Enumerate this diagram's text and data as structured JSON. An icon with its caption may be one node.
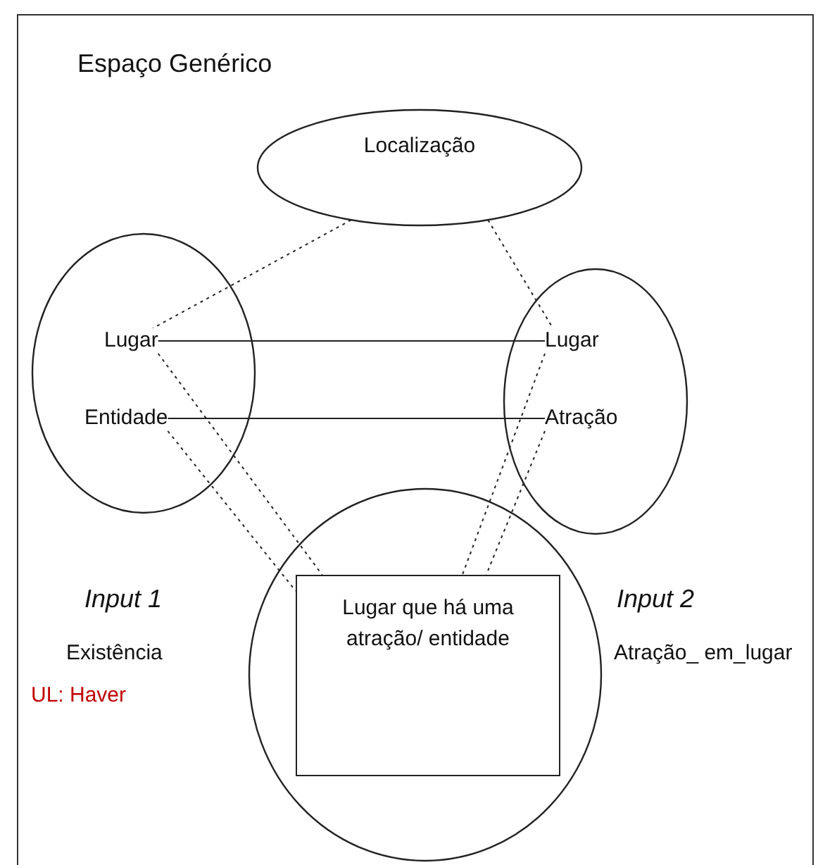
{
  "diagram": {
    "title": "Espaço Genérico",
    "nodes": [
      {
        "text": [
          "Localização"
        ]
      },
      {
        "text": [],
        "shape": "circle",
        "beside": [
          "Input 1",
          "Existência",
          "UL: Haver"
        ]
      },
      {
        "text": [
          "Lugar"
        ],
        "in": 1
      },
      {
        "text": [
          "Entidade"
        ],
        "in": 1
      },
      {
        "text": [],
        "shape": "circle",
        "beside": [
          "Input 2",
          "Atração_ em_lugar"
        ]
      },
      {
        "text": [
          "Lugar"
        ],
        "in": 4
      },
      {
        "text": [
          "Atração"
        ],
        "in": 4
      },
      {
        "text": [],
        "shape": "circle"
      },
      {
        "text": [
          "Lugar que há uma atração/ entidade"
        ],
        "in": 7
      }
    ],
    "edges": [
      {
        "from": 0,
        "to": 2,
        "arrow": "none",
        "style": "dashed"
      },
      {
        "from": 0,
        "to": 5,
        "arrow": "none",
        "style": "dashed"
      },
      {
        "from": 2,
        "to": 5,
        "arrow": "none"
      },
      {
        "from": 3,
        "to": 6,
        "arrow": "none"
      },
      {
        "from": 2,
        "to": 8,
        "arrow": "none",
        "style": "dashed"
      },
      {
        "from": 3,
        "to": 8,
        "arrow": "none",
        "style": "dashed"
      },
      {
        "from": 5,
        "to": 8,
        "arrow": "none",
        "style": "dashed"
      },
      {
        "from": 6,
        "to": 8,
        "arrow": "none",
        "style": "dashed"
      }
    ]
  }
}
